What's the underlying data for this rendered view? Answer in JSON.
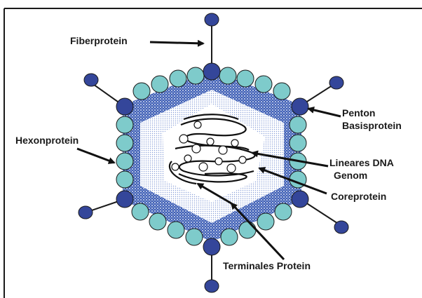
{
  "diagram": {
    "labels": {
      "fiber": "Fiberprotein",
      "penton_line1": "Penton",
      "penton_line2": "Basisprotein",
      "hexon": "Hexonprotein",
      "dna_line1": "Lineares DNA",
      "dna_line2": "Genom",
      "core": "Coreprotein",
      "terminal": "Terminales Protein"
    },
    "colors": {
      "hexon_capsomer": "#7ecbcb",
      "penton_capsomer": "#34469a",
      "capsid_fill": "#3f5fb5",
      "capsid_dot": "#ffffff",
      "core_fill": "#ffffff",
      "outline": "#1a1a1a"
    },
    "icons": [
      "fiber-knob-icon",
      "penton-base-icon",
      "hexon-capsomer-icon"
    ]
  }
}
